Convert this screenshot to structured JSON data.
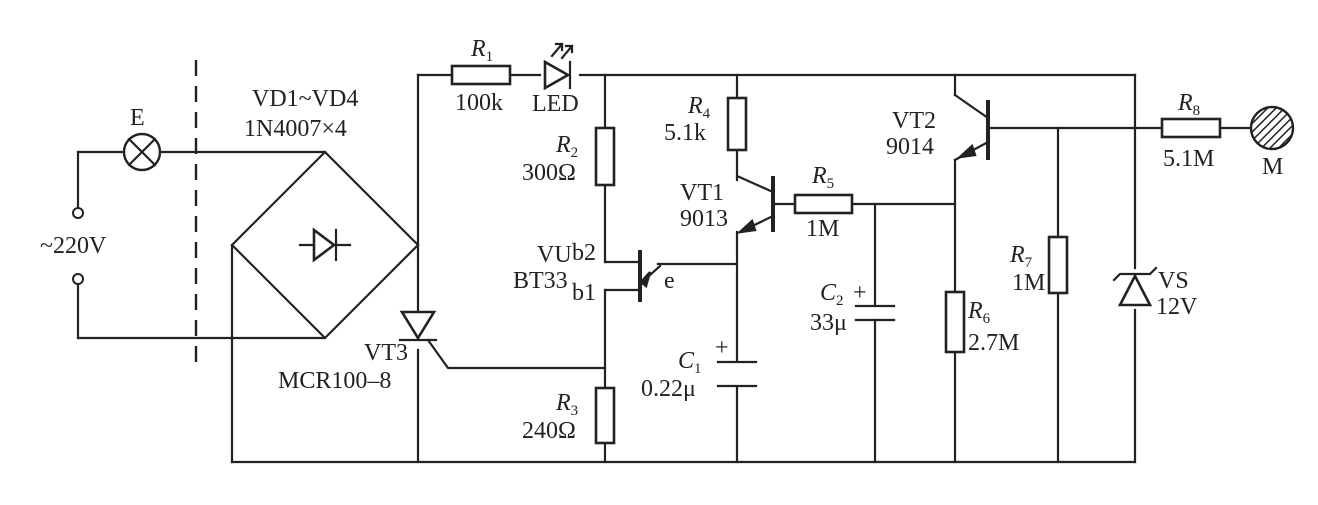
{
  "labels": {
    "lamp": "E",
    "source": "~220V",
    "bridge_name": "VD1~VD4",
    "bridge_part": "1N4007×4",
    "scr_name": "VT3",
    "scr_part": "MCR100–8",
    "r1_letter": "R",
    "r1_sub": "1",
    "r1_value": "100k",
    "led": "LED",
    "r2_letter": "R",
    "r2_sub": "2",
    "r2_value": "300Ω",
    "r3_letter": "R",
    "r3_sub": "3",
    "r3_value": "240Ω",
    "r4_letter": "R",
    "r4_sub": "4",
    "r4_value": "5.1k",
    "r5_letter": "R",
    "r5_sub": "5",
    "r5_value": "1M",
    "r6_letter": "R",
    "r6_sub": "6",
    "r6_value": "2.7M",
    "r7_letter": "R",
    "r7_sub": "7",
    "r7_value": "1M",
    "r8_letter": "R",
    "r8_sub": "8",
    "r8_value": "5.1M",
    "ujt_name": "VU",
    "ujt_part": "BT33",
    "ujt_b2": "b2",
    "ujt_b1": "b1",
    "ujt_e": "e",
    "vt1_name": "VT1",
    "vt1_part": "9013",
    "vt2_name": "VT2",
    "vt2_part": "9014",
    "c1_letter": "C",
    "c1_sub": "1",
    "c1_value": "0.22μ",
    "c1_plus": "+",
    "c2_letter": "C",
    "c2_sub": "2",
    "c2_value": "33μ",
    "c2_plus": "+",
    "vs_name": "VS",
    "vs_value": "12V",
    "motor": "M"
  }
}
